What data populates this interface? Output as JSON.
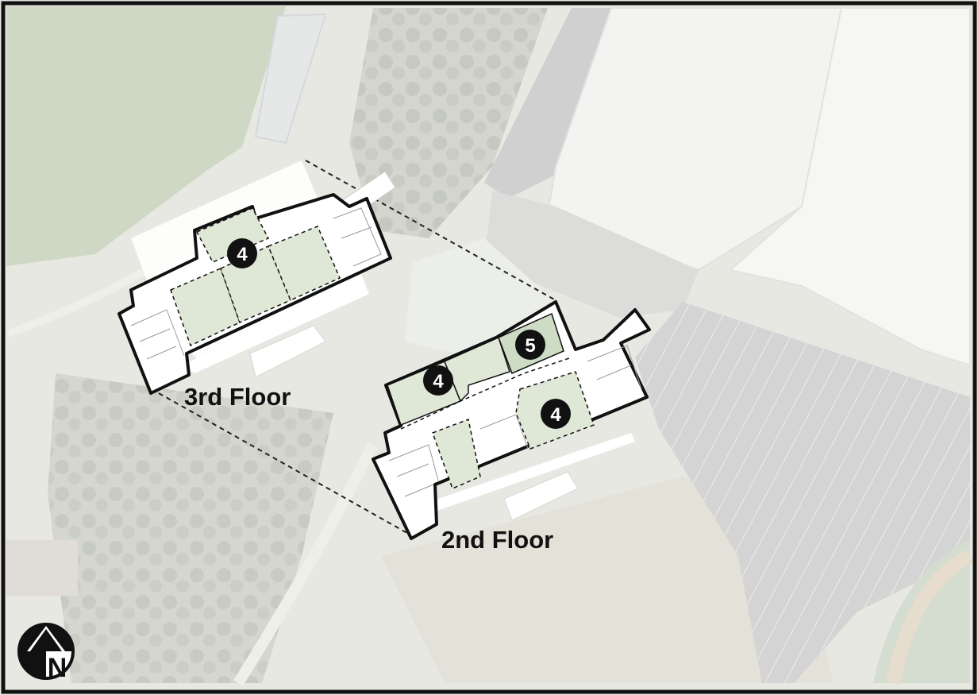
{
  "map": {
    "colors": {
      "aerial_base": "#e7e8e2",
      "field": "#cfd8c5",
      "roof": "#f5f5f3",
      "pavement": "#d6d7d6",
      "trees": "#c8cbc1",
      "footprint_fill": "#ffffff",
      "program_space": "#dfe8d7",
      "program_space_5": "#cfdcc5",
      "outline": "#111111",
      "badge": "#111111",
      "badge_text": "#ffffff"
    },
    "floors": [
      {
        "label": "3rd Floor",
        "spaces": [
          {
            "number": "4"
          }
        ]
      },
      {
        "label": "2nd Floor",
        "spaces": [
          {
            "number": "4"
          },
          {
            "number": "5"
          },
          {
            "number": "4"
          }
        ]
      }
    ],
    "north_arrow": {
      "icon": "north-arrow-icon",
      "letter": "N"
    }
  }
}
